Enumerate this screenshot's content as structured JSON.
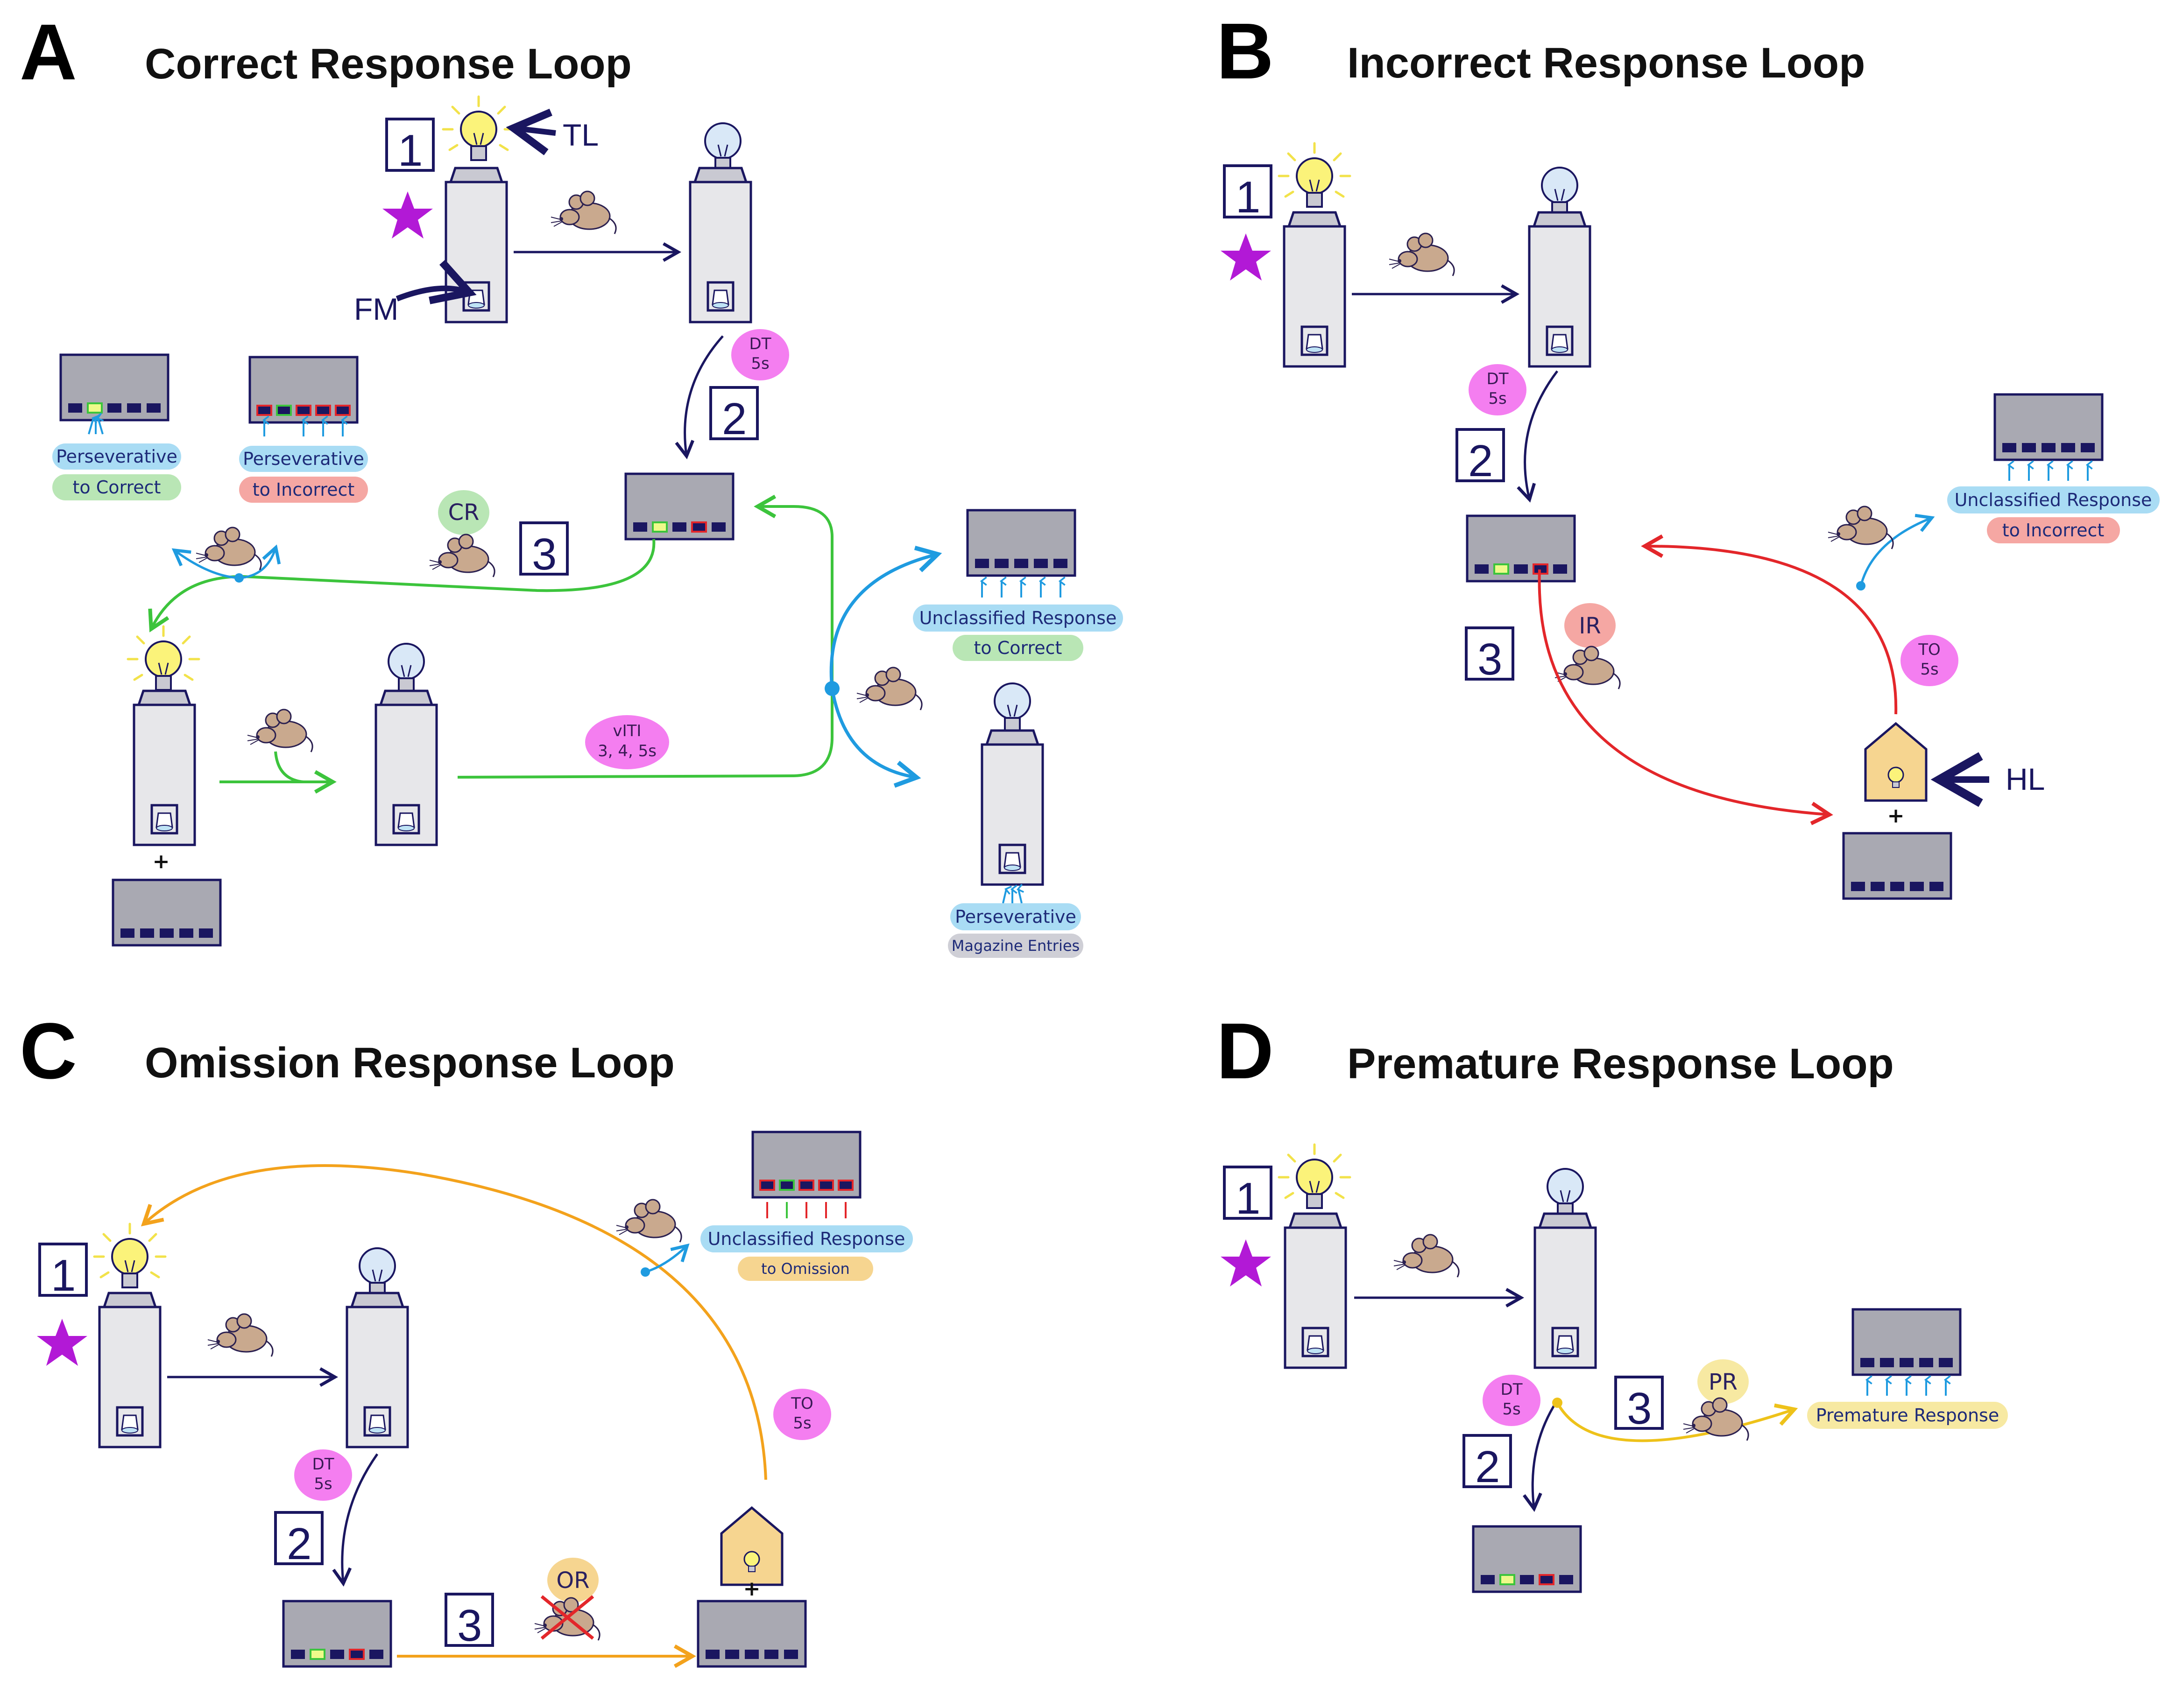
{
  "panels": {
    "A": {
      "letter": "A",
      "title": "Correct Response Loop",
      "labels": {
        "tl": "TL",
        "fm": "FM"
      },
      "steps": [
        "1",
        "2",
        "3"
      ],
      "bubbles": {
        "dt_line1": "DT",
        "dt_line2": "5s",
        "cr": "CR",
        "viti_line1": "vITI",
        "viti_line2": "3, 4, 5s"
      },
      "pills": {
        "persev_correct_1": "Perseverative",
        "persev_correct_2": "to Correct",
        "persev_incorrect_1": "Perseverative",
        "persev_incorrect_2": "to Incorrect",
        "unclassified_1": "Unclassified Response",
        "unclassified_2": "to Correct",
        "persev_mag_1": "Perseverative",
        "persev_mag_2": "Magazine Entries"
      },
      "plus": "+"
    },
    "B": {
      "letter": "B",
      "title": "Incorrect Response Loop",
      "labels": {
        "hl": "HL"
      },
      "steps": [
        "1",
        "2",
        "3"
      ],
      "bubbles": {
        "dt_line1": "DT",
        "dt_line2": "5s",
        "ir": "IR",
        "to_line1": "TO",
        "to_line2": "5s"
      },
      "pills": {
        "unclassified_1": "Unclassified Response",
        "unclassified_2": "to Incorrect"
      },
      "plus": "+"
    },
    "C": {
      "letter": "C",
      "title": "Omission Response Loop",
      "steps": [
        "1",
        "2",
        "3"
      ],
      "bubbles": {
        "dt_line1": "DT",
        "dt_line2": "5s",
        "or": "OR",
        "to_line1": "TO",
        "to_line2": "5s"
      },
      "pills": {
        "unclassified_1": "Unclassified Response",
        "unclassified_2": "to Omission"
      },
      "plus": "+"
    },
    "D": {
      "letter": "D",
      "title": "Premature Response Loop",
      "steps": [
        "1",
        "2",
        "3"
      ],
      "bubbles": {
        "dt_line1": "DT",
        "dt_line2": "5s",
        "pr": "PR"
      },
      "pills": {
        "premature": "Premature Response"
      }
    }
  },
  "colors": {
    "navy": "#1a1660",
    "green": "#3cc43c",
    "blue": "#1f9be0",
    "red": "#e3262a",
    "orange": "#f3a21c",
    "gold": "#eec21a",
    "magenta": "#b219d6",
    "pink_bubble": "#f47ef0",
    "light_blue_pill": "#a9dcf4",
    "light_green_pill": "#b9e6b5",
    "light_red_pill": "#f5a7a3",
    "tan_pill": "#f6d590",
    "gray_pill": "#cfcfd6",
    "yellow_pill": "#f7e9a2"
  },
  "icons": [
    "light-bulb-icon",
    "star-icon",
    "mouse-icon",
    "magazine-icon",
    "house-light-icon"
  ]
}
